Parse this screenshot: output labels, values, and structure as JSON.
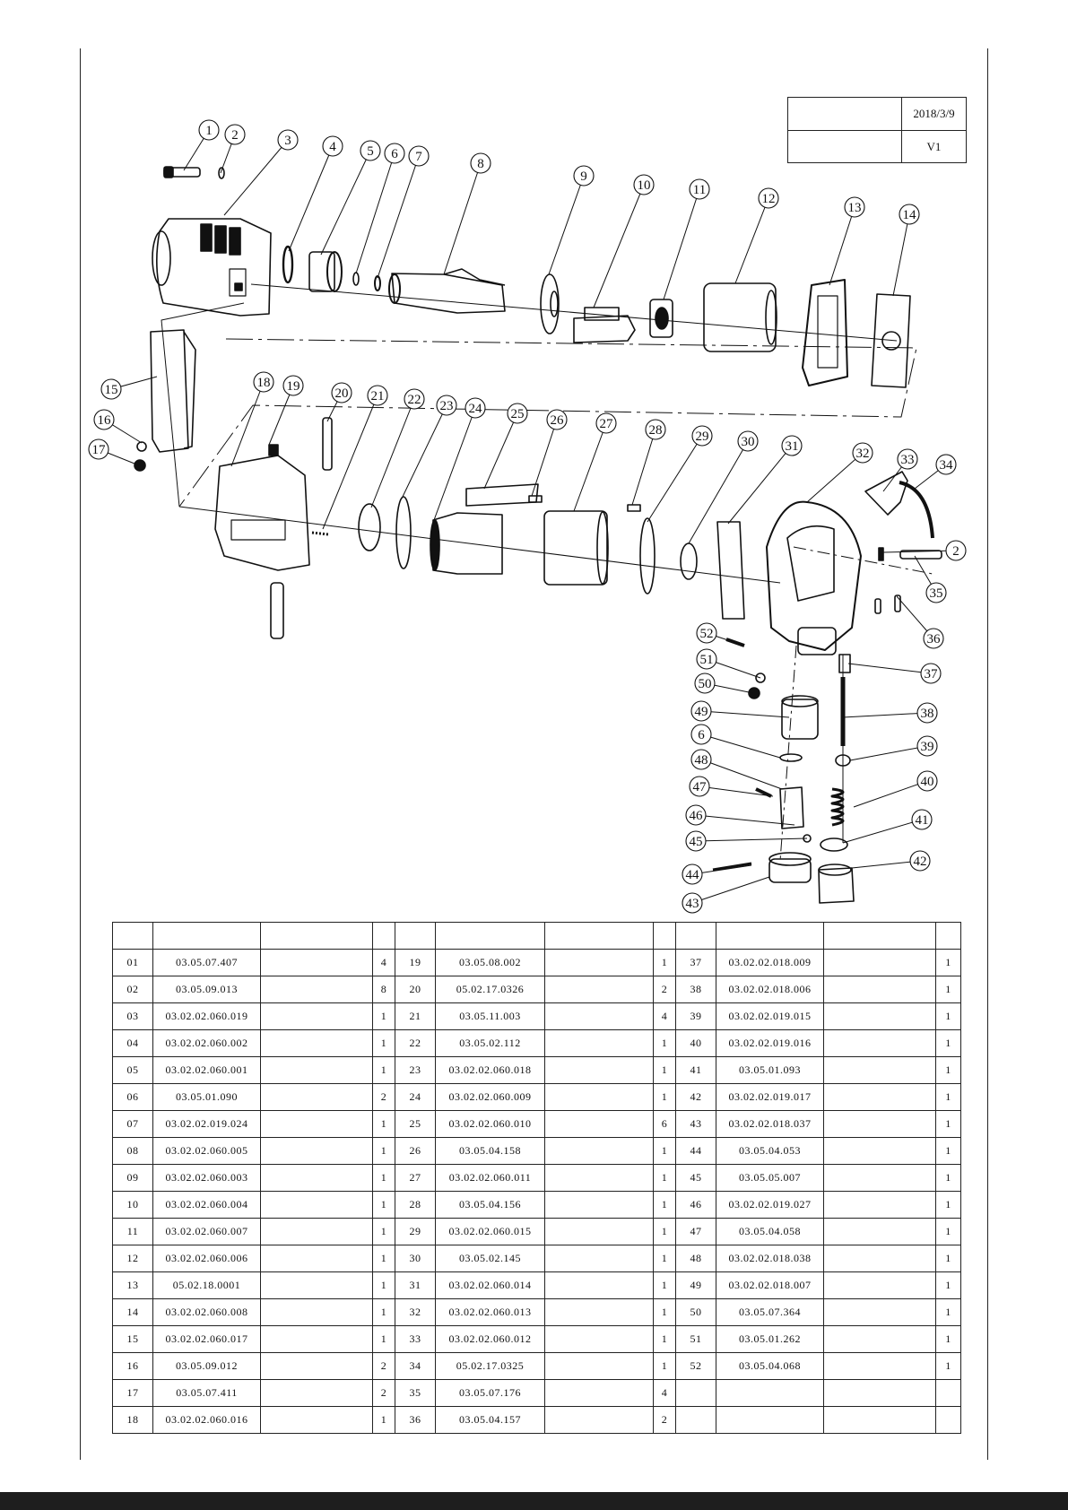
{
  "info_box": {
    "date": "2018/3/9",
    "version": "V1"
  },
  "callouts": [
    "1",
    "2",
    "3",
    "4",
    "5",
    "6",
    "7",
    "8",
    "9",
    "10",
    "11",
    "12",
    "13",
    "14",
    "15",
    "16",
    "17",
    "18",
    "19",
    "20",
    "21",
    "22",
    "23",
    "24",
    "25",
    "26",
    "27",
    "28",
    "29",
    "30",
    "31",
    "32",
    "33",
    "34",
    "2",
    "35",
    "36",
    "37",
    "38",
    "39",
    "40",
    "41",
    "42",
    "43",
    "44",
    "45",
    "46",
    "47",
    "48",
    "6",
    "49",
    "50",
    "51",
    "52"
  ],
  "parts_table": {
    "header": [
      "",
      "",
      "",
      "",
      "",
      "",
      "",
      "",
      "",
      "",
      "",
      ""
    ],
    "rows": [
      [
        [
          "01",
          "03.05.07.407",
          "4"
        ],
        [
          "19",
          "03.05.08.002",
          "1"
        ],
        [
          "37",
          "03.02.02.018.009",
          "1"
        ]
      ],
      [
        [
          "02",
          "03.05.09.013",
          "8"
        ],
        [
          "20",
          "05.02.17.0326",
          "2"
        ],
        [
          "38",
          "03.02.02.018.006",
          "1"
        ]
      ],
      [
        [
          "03",
          "03.02.02.060.019",
          "1"
        ],
        [
          "21",
          "03.05.11.003",
          "4"
        ],
        [
          "39",
          "03.02.02.019.015",
          "1"
        ]
      ],
      [
        [
          "04",
          "03.02.02.060.002",
          "1"
        ],
        [
          "22",
          "03.05.02.112",
          "1"
        ],
        [
          "40",
          "03.02.02.019.016",
          "1"
        ]
      ],
      [
        [
          "05",
          "03.02.02.060.001",
          "1"
        ],
        [
          "23",
          "03.02.02.060.018",
          "1"
        ],
        [
          "41",
          "03.05.01.093",
          "1"
        ]
      ],
      [
        [
          "06",
          "03.05.01.090",
          "2"
        ],
        [
          "24",
          "03.02.02.060.009",
          "1"
        ],
        [
          "42",
          "03.02.02.019.017",
          "1"
        ]
      ],
      [
        [
          "07",
          "03.02.02.019.024",
          "1"
        ],
        [
          "25",
          "03.02.02.060.010",
          "6"
        ],
        [
          "43",
          "03.02.02.018.037",
          "1"
        ]
      ],
      [
        [
          "08",
          "03.02.02.060.005",
          "1"
        ],
        [
          "26",
          "03.05.04.158",
          "1"
        ],
        [
          "44",
          "03.05.04.053",
          "1"
        ]
      ],
      [
        [
          "09",
          "03.02.02.060.003",
          "1"
        ],
        [
          "27",
          "03.02.02.060.011",
          "1"
        ],
        [
          "45",
          "03.05.05.007",
          "1"
        ]
      ],
      [
        [
          "10",
          "03.02.02.060.004",
          "1"
        ],
        [
          "28",
          "03.05.04.156",
          "1"
        ],
        [
          "46",
          "03.02.02.019.027",
          "1"
        ]
      ],
      [
        [
          "11",
          "03.02.02.060.007",
          "1"
        ],
        [
          "29",
          "03.02.02.060.015",
          "1"
        ],
        [
          "47",
          "03.05.04.058",
          "1"
        ]
      ],
      [
        [
          "12",
          "03.02.02.060.006",
          "1"
        ],
        [
          "30",
          "03.05.02.145",
          "1"
        ],
        [
          "48",
          "03.02.02.018.038",
          "1"
        ]
      ],
      [
        [
          "13",
          "05.02.18.0001",
          "1"
        ],
        [
          "31",
          "03.02.02.060.014",
          "1"
        ],
        [
          "49",
          "03.02.02.018.007",
          "1"
        ]
      ],
      [
        [
          "14",
          "03.02.02.060.008",
          "1"
        ],
        [
          "32",
          "03.02.02.060.013",
          "1"
        ],
        [
          "50",
          "03.05.07.364",
          "1"
        ]
      ],
      [
        [
          "15",
          "03.02.02.060.017",
          "1"
        ],
        [
          "33",
          "03.02.02.060.012",
          "1"
        ],
        [
          "51",
          "03.05.01.262",
          "1"
        ]
      ],
      [
        [
          "16",
          "03.05.09.012",
          "2"
        ],
        [
          "34",
          "05.02.17.0325",
          "1"
        ],
        [
          "52",
          "03.05.04.068",
          "1"
        ]
      ],
      [
        [
          "17",
          "03.05.07.411",
          "2"
        ],
        [
          "35",
          "03.05.07.176",
          "4"
        ],
        [
          "",
          "",
          ""
        ]
      ],
      [
        [
          "18",
          "03.02.02.060.016",
          "1"
        ],
        [
          "36",
          "03.05.04.157",
          "2"
        ],
        [
          "",
          "",
          ""
        ]
      ]
    ]
  }
}
